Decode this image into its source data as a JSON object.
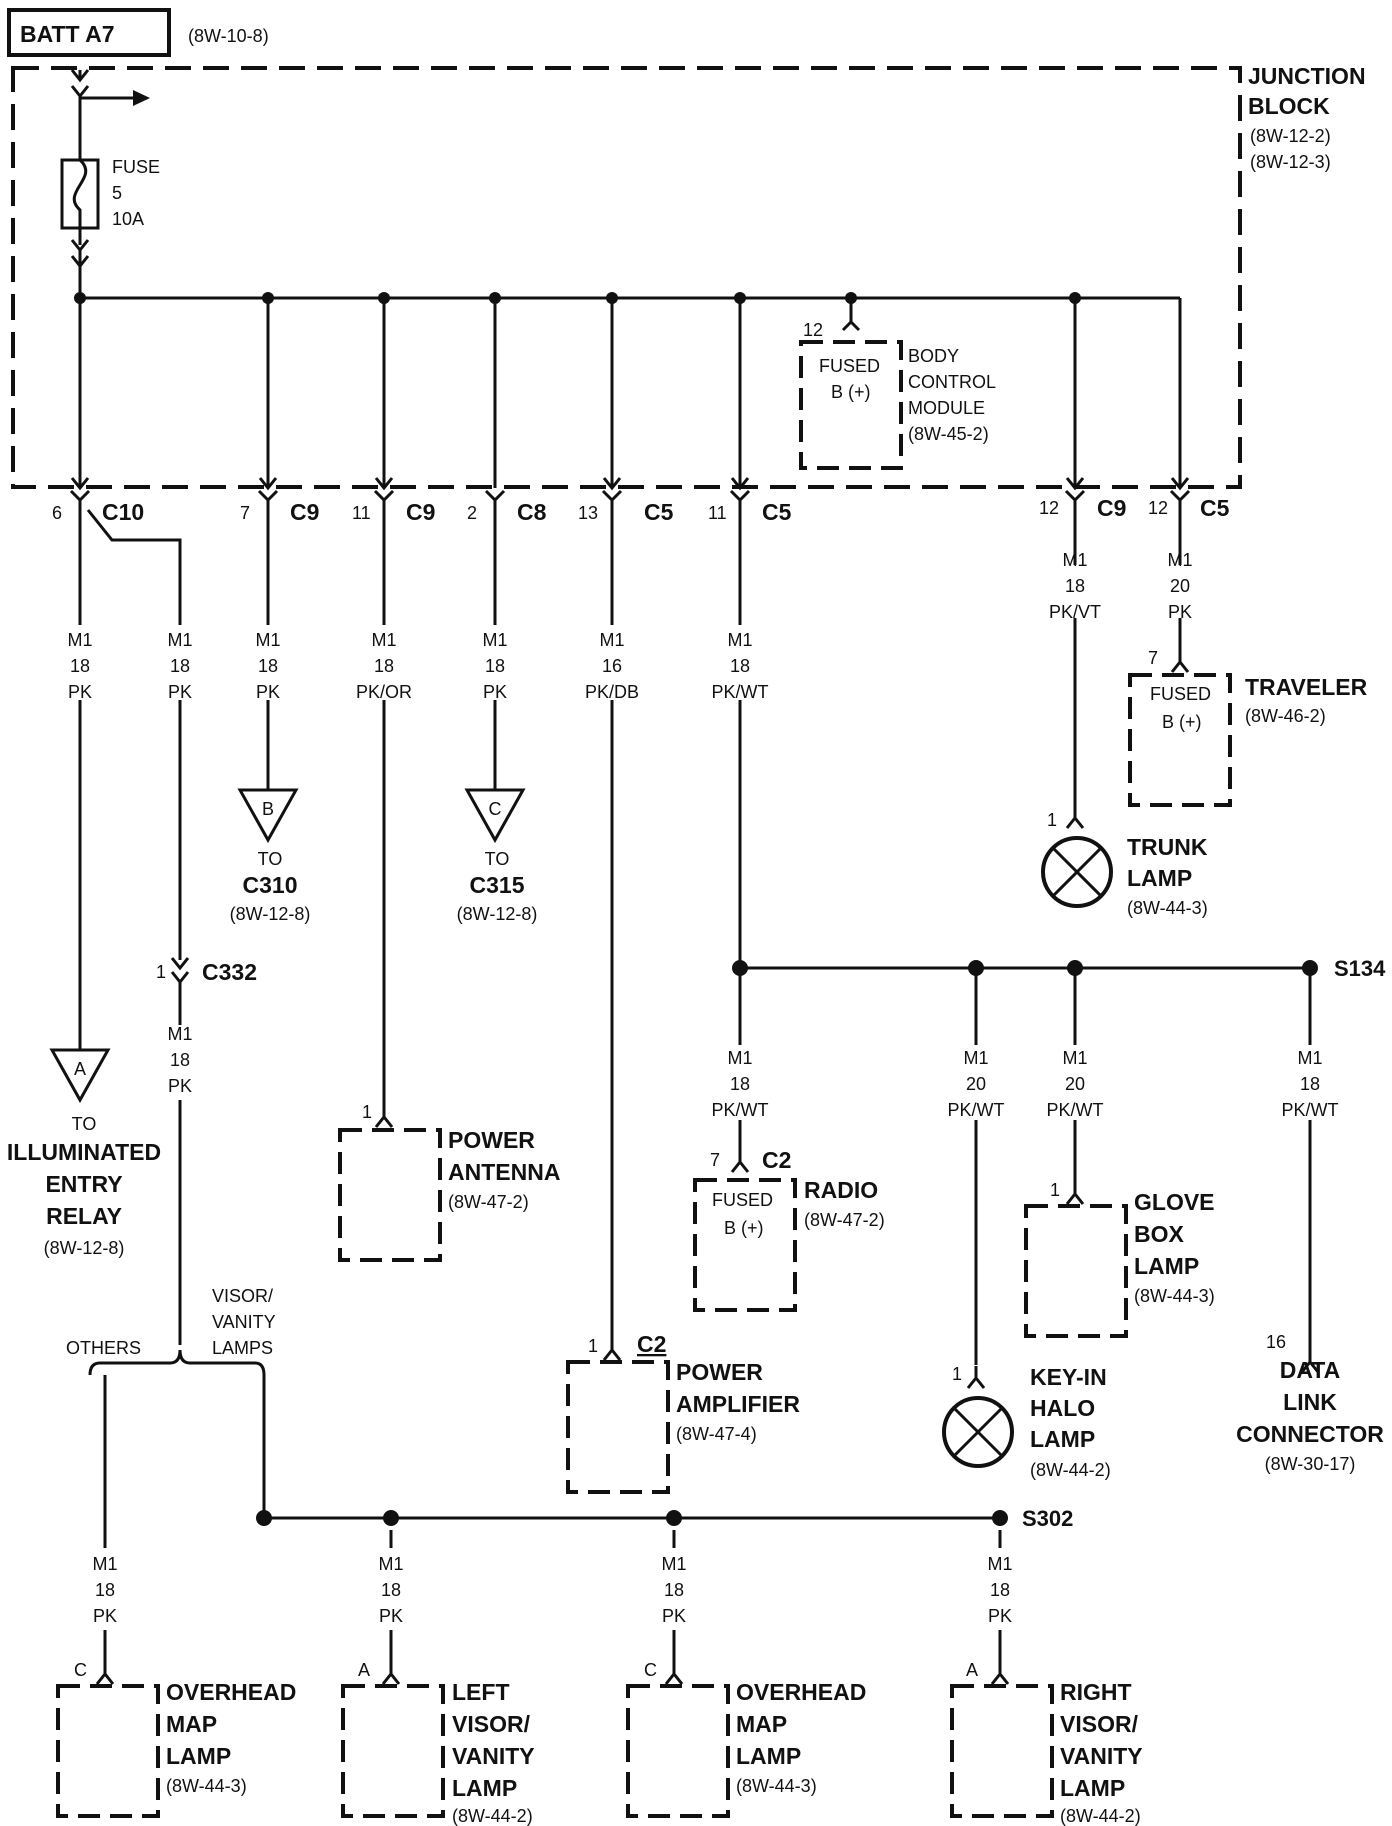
{
  "header": {
    "batt_label": "BATT A7",
    "batt_ref": "(8W-10-8)"
  },
  "junction_block": {
    "title_1": "JUNCTION",
    "title_2": "BLOCK",
    "ref_1": "(8W-12-2)",
    "ref_2": "(8W-12-3)",
    "fuse_label": "FUSE",
    "fuse_number": "5",
    "fuse_rating": "10A"
  },
  "bcm": {
    "pin": "12",
    "fused_1": "FUSED",
    "fused_2": "B (+)",
    "name_1": "BODY",
    "name_2": "CONTROL",
    "name_3": "MODULE",
    "ref": "(8W-45-2)"
  },
  "connectors": {
    "c10": {
      "pin": "6",
      "name": "C10"
    },
    "c9a": {
      "pin": "7",
      "name": "C9"
    },
    "c9b": {
      "pin": "11",
      "name": "C9"
    },
    "c8": {
      "pin": "2",
      "name": "C8"
    },
    "c5a": {
      "pin": "13",
      "name": "C5"
    },
    "c5b": {
      "pin": "11",
      "name": "C5"
    },
    "c9c": {
      "pin": "12",
      "name": "C9"
    },
    "c5c": {
      "pin": "12",
      "name": "C5"
    },
    "c332": {
      "pin": "1",
      "name": "C332"
    }
  },
  "wires": {
    "w1": {
      "circuit": "M1",
      "gauge": "18",
      "color": "PK"
    },
    "w2": {
      "circuit": "M1",
      "gauge": "18",
      "color": "PK"
    },
    "w3": {
      "circuit": "M1",
      "gauge": "18",
      "color": "PK"
    },
    "w4": {
      "circuit": "M1",
      "gauge": "18",
      "color": "PK/OR"
    },
    "w5": {
      "circuit": "M1",
      "gauge": "18",
      "color": "PK"
    },
    "w6": {
      "circuit": "M1",
      "gauge": "16",
      "color": "PK/DB"
    },
    "w7": {
      "circuit": "M1",
      "gauge": "18",
      "color": "PK/WT"
    },
    "w8": {
      "circuit": "M1",
      "gauge": "18",
      "color": "PK/VT"
    },
    "w9": {
      "circuit": "M1",
      "gauge": "20",
      "color": "PK"
    },
    "w10": {
      "circuit": "M1",
      "gauge": "18",
      "color": "PK"
    },
    "w11": {
      "circuit": "M1",
      "gauge": "18",
      "color": "PK/WT"
    },
    "w12": {
      "circuit": "M1",
      "gauge": "20",
      "color": "PK/WT"
    },
    "w13": {
      "circuit": "M1",
      "gauge": "20",
      "color": "PK/WT"
    },
    "w14": {
      "circuit": "M1",
      "gauge": "18",
      "color": "PK/WT"
    },
    "w15": {
      "circuit": "M1",
      "gauge": "18",
      "color": "PK"
    },
    "w16": {
      "circuit": "M1",
      "gauge": "18",
      "color": "PK"
    },
    "w17": {
      "circuit": "M1",
      "gauge": "18",
      "color": "PK"
    },
    "w18": {
      "circuit": "M1",
      "gauge": "18",
      "color": "PK"
    }
  },
  "offpage": {
    "b": {
      "letter": "B",
      "to": "TO",
      "target": "C310",
      "ref": "(8W-12-8)"
    },
    "c": {
      "letter": "C",
      "to": "TO",
      "target": "C315",
      "ref": "(8W-12-8)"
    },
    "a": {
      "letter": "A",
      "to": "TO",
      "name_1": "ILLUMINATED",
      "name_2": "ENTRY",
      "name_3": "RELAY",
      "ref": "(8W-12-8)"
    }
  },
  "traveler": {
    "pin": "7",
    "fused_1": "FUSED",
    "fused_2": "B (+)",
    "name": "TRAVELER",
    "ref": "(8W-46-2)"
  },
  "trunk_lamp": {
    "pin": "1",
    "name_1": "TRUNK",
    "name_2": "LAMP",
    "ref": "(8W-44-3)"
  },
  "splices": {
    "s134": "S134",
    "s302": "S302"
  },
  "power_antenna": {
    "pin": "1",
    "name_1": "POWER",
    "name_2": "ANTENNA",
    "ref": "(8W-47-2)"
  },
  "radio": {
    "pin": "7",
    "connector": "C2",
    "fused_1": "FUSED",
    "fused_2": "B (+)",
    "name": "RADIO",
    "ref": "(8W-47-2)"
  },
  "power_amplifier": {
    "pin": "1",
    "connector": "C2",
    "name_1": "POWER",
    "name_2": "AMPLIFIER",
    "ref": "(8W-47-4)"
  },
  "keyin_lamp": {
    "pin": "1",
    "name_1": "KEY-IN",
    "name_2": "HALO",
    "name_3": "LAMP",
    "ref": "(8W-44-2)"
  },
  "glove_box_lamp": {
    "pin": "1",
    "name_1": "GLOVE",
    "name_2": "BOX",
    "name_3": "LAMP",
    "ref": "(8W-44-3)"
  },
  "data_link": {
    "pin": "16",
    "name_1": "DATA",
    "name_2": "LINK",
    "name_3": "CONNECTOR",
    "ref": "(8W-30-17)"
  },
  "variants": {
    "others": "OTHERS",
    "visor_1": "VISOR/",
    "visor_2": "VANITY",
    "visor_3": "LAMPS"
  },
  "overhead_map_1": {
    "pin": "C",
    "name_1": "OVERHEAD",
    "name_2": "MAP",
    "name_3": "LAMP",
    "ref": "(8W-44-3)"
  },
  "left_visor": {
    "pin": "A",
    "name_1": "LEFT",
    "name_2": "VISOR/",
    "name_3": "VANITY",
    "name_4": "LAMP",
    "ref": "(8W-44-2)"
  },
  "overhead_map_2": {
    "pin": "C",
    "name_1": "OVERHEAD",
    "name_2": "MAP",
    "name_3": "LAMP",
    "ref": "(8W-44-3)"
  },
  "right_visor": {
    "pin": "A",
    "name_1": "RIGHT",
    "name_2": "VISOR/",
    "name_3": "VANITY",
    "name_4": "LAMP",
    "ref": "(8W-44-2)"
  }
}
